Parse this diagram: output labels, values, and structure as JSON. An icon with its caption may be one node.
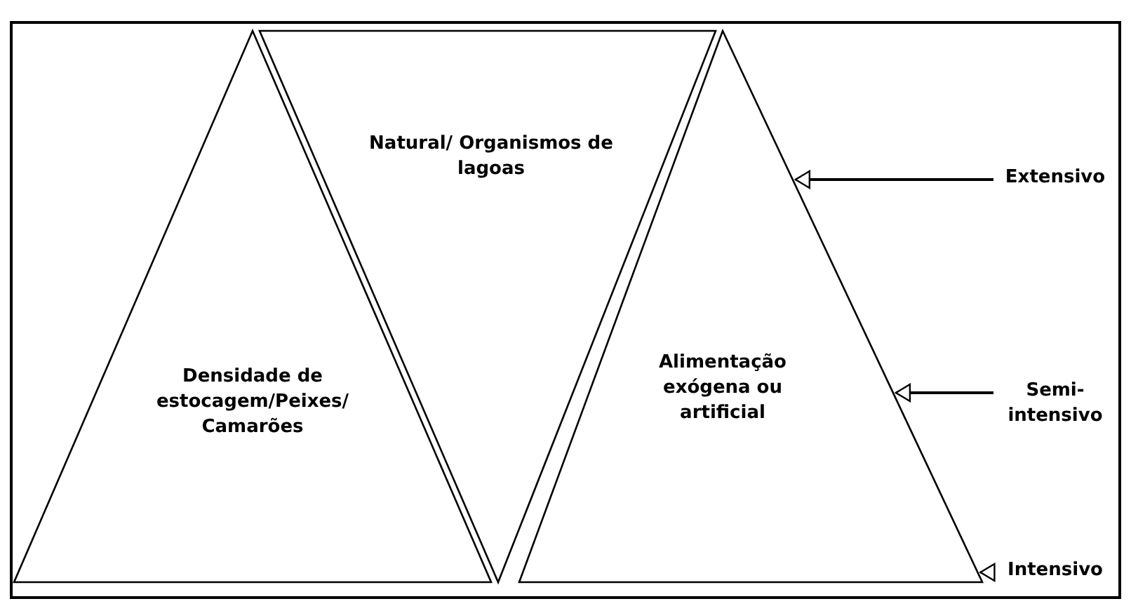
{
  "diagram": {
    "nodes": [
      {
        "text": [
          "Densidade de estocagem/Peixes/ Camarões"
        ]
      },
      {
        "text": [
          "Natural/ Organismos de lagoas"
        ]
      },
      {
        "text": [
          "Alimentação exógena ou artificial"
        ]
      },
      {
        "text": [
          "Extensivo"
        ]
      },
      {
        "text": [
          "Semi- intensivo"
        ]
      },
      {
        "text": [
          "Intensivo"
        ]
      }
    ],
    "edges": [
      {
        "from": 3,
        "to": 2,
        "arrow": "to"
      },
      {
        "from": 4,
        "to": 2,
        "arrow": "to"
      },
      {
        "from": 5,
        "to": 2,
        "arrow": "to"
      }
    ]
  }
}
